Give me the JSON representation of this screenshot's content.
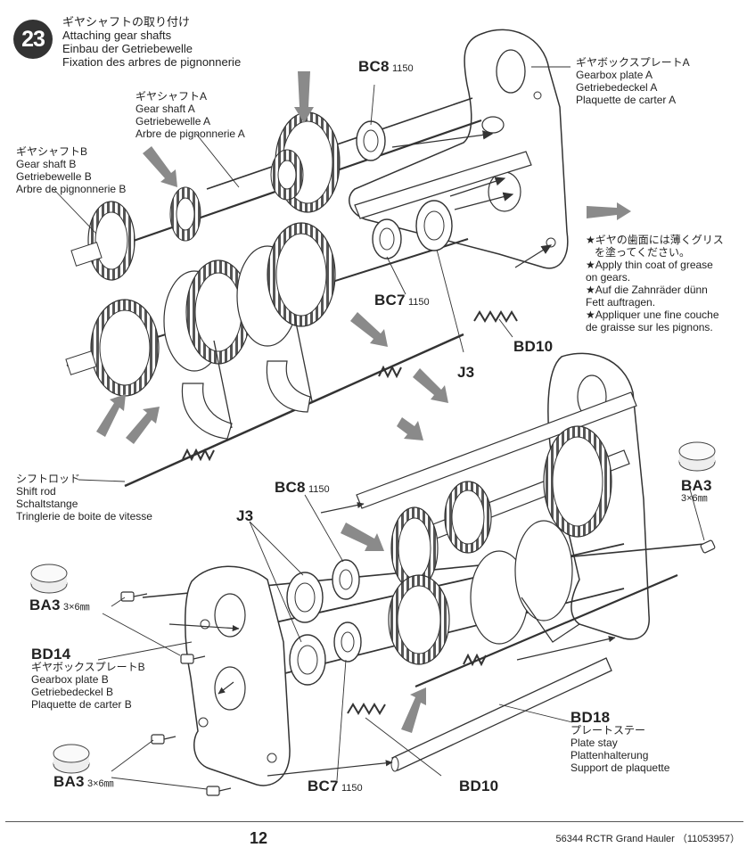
{
  "step": {
    "number": "23",
    "title_lines": [
      "ギヤシャフトの取り付け",
      "Attaching gear shafts",
      "Einbau der Getriebewelle",
      "Fixation des arbres de pignonnerie"
    ]
  },
  "labels": {
    "gear_shaft_a": [
      "ギヤシャフトA",
      "Gear shaft A",
      "Getriebewelle A",
      "Arbre de pignonnerie A"
    ],
    "gear_shaft_b": [
      "ギヤシャフトB",
      "Gear shaft B",
      "Getriebewelle B",
      "Arbre de pignonnerie B"
    ],
    "gearbox_plate_a": [
      "ギヤボックスプレートA",
      "Gearbox plate A",
      "Getriebedeckel A",
      "Plaquette de carter A"
    ],
    "gearbox_plate_b": [
      "ギヤボックスプレートB",
      "Gearbox plate B",
      "Getriebedeckel B",
      "Plaquette de carter B"
    ],
    "shift_rod": [
      "シフトロッド",
      "Shift rod",
      "Schaltstange",
      "Tringlerie de boite de vitesse"
    ],
    "plate_stay": [
      "プレートステー",
      "Plate stay",
      "Plattenhalterung",
      "Support de plaquette"
    ]
  },
  "part_codes": {
    "bc8_top": {
      "code": "BC8",
      "qty": "1150"
    },
    "bc7_top": {
      "code": "BC7",
      "qty": "1150"
    },
    "bd10_top": {
      "code": "BD10"
    },
    "j3_top": {
      "code": "J3"
    },
    "bc8_bottom": {
      "code": "BC8",
      "qty": "1150"
    },
    "j3_bottom": {
      "code": "J3"
    },
    "ba3_right": {
      "code": "BA3",
      "size": "3×6㎜"
    },
    "ba3_left_top": {
      "code": "BA3",
      "size": "3×6㎜"
    },
    "bd14": {
      "code": "BD14"
    },
    "ba3_left_bottom": {
      "code": "BA3",
      "size": "3×6㎜"
    },
    "bc7_bottom": {
      "code": "BC7",
      "qty": "1150"
    },
    "bd10_bottom": {
      "code": "BD10"
    },
    "bd18": {
      "code": "BD18"
    }
  },
  "grease_note": [
    "★ギヤの歯面には薄くグリス",
    "を塗ってください。",
    "★Apply thin coat of grease",
    "on gears.",
    "★Auf die Zahnräder dünn",
    "Fett auftragen.",
    "★Appliquer une fine couche",
    "de graisse sur les pignons."
  ],
  "footer": {
    "page": "12",
    "ref": "56344 RCTR Grand Hauler （11053957）"
  }
}
